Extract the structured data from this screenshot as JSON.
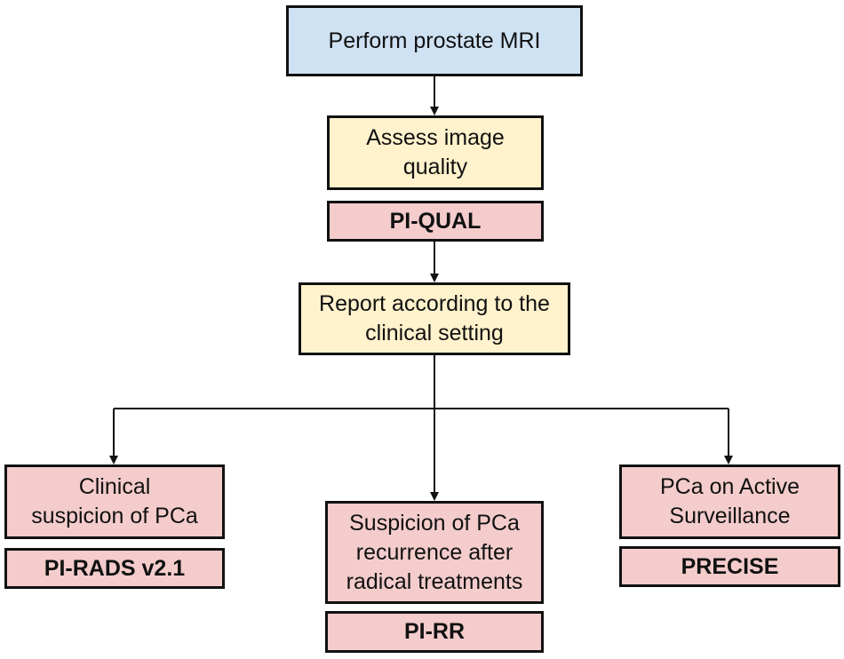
{
  "nodes": {
    "mri": "Perform prostate MRI",
    "assess": [
      "Assess image",
      "quality"
    ],
    "pi_qual": "PI-QUAL",
    "report": [
      "Report according to the",
      "clinical setting"
    ],
    "clinical": [
      "Clinical",
      "suspicion of PCa"
    ],
    "pi_rads": "PI-RADS v2.1",
    "recurrence": [
      "Suspicion of PCa",
      "recurrence after",
      "radical treatments"
    ],
    "pi_rr": "PI-RR",
    "surveillance": [
      "PCa on Active",
      "Surveillance"
    ],
    "precise": "PRECISE"
  },
  "colors": {
    "start": "#cfe2f3",
    "step": "#fff2cc",
    "category": "#f4cccc",
    "border": "#111111"
  }
}
